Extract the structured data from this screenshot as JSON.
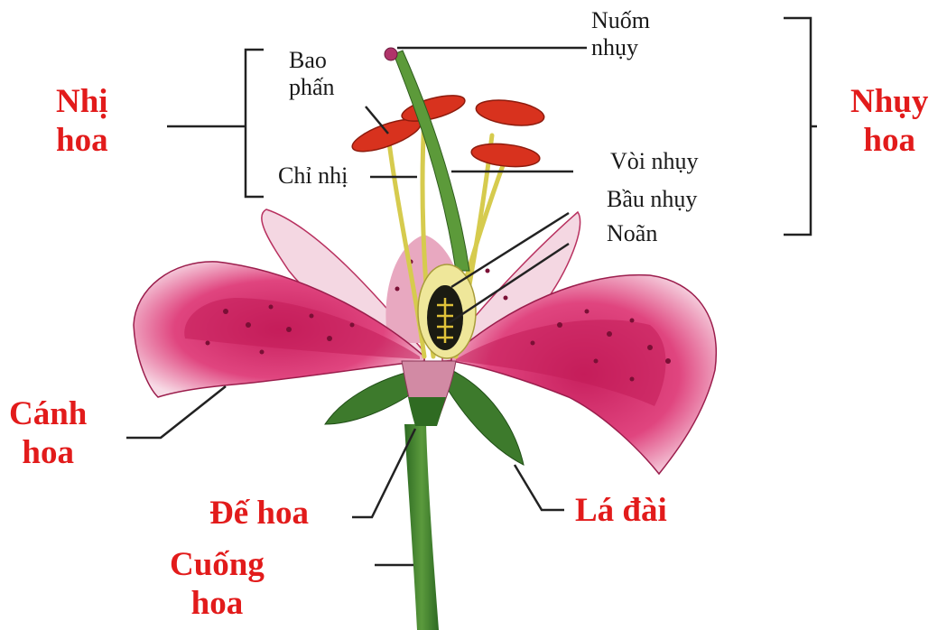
{
  "colors": {
    "label_red": "#e21b1b",
    "label_black": "#1a1a1a",
    "leader_line": "#222222",
    "petal_pink": "#d62a6e",
    "petal_light": "#f6dde6",
    "stem_green": "#3e7d2f",
    "anther_red": "#d8321e",
    "filament_yellow": "#d9cf55"
  },
  "labels": {
    "nhi_hoa": [
      "Nhị",
      "hoa"
    ],
    "nhuy_hoa": [
      "Nhụy",
      "hoa"
    ],
    "canh_hoa": [
      "Cánh",
      "hoa"
    ],
    "de_hoa": "Đế hoa",
    "la_dai": "Lá đài",
    "cuong_hoa": [
      "Cuống",
      "hoa"
    ],
    "bao_phan": [
      "Bao",
      "phấn"
    ],
    "chi_nhi": "Chỉ nhị",
    "nuom_nhuy": [
      "Nuốm",
      "nhụy"
    ],
    "voi_nhuy": "Vòi nhụy",
    "bau_nhuy": "Bầu nhụy",
    "noan": "Noãn"
  }
}
